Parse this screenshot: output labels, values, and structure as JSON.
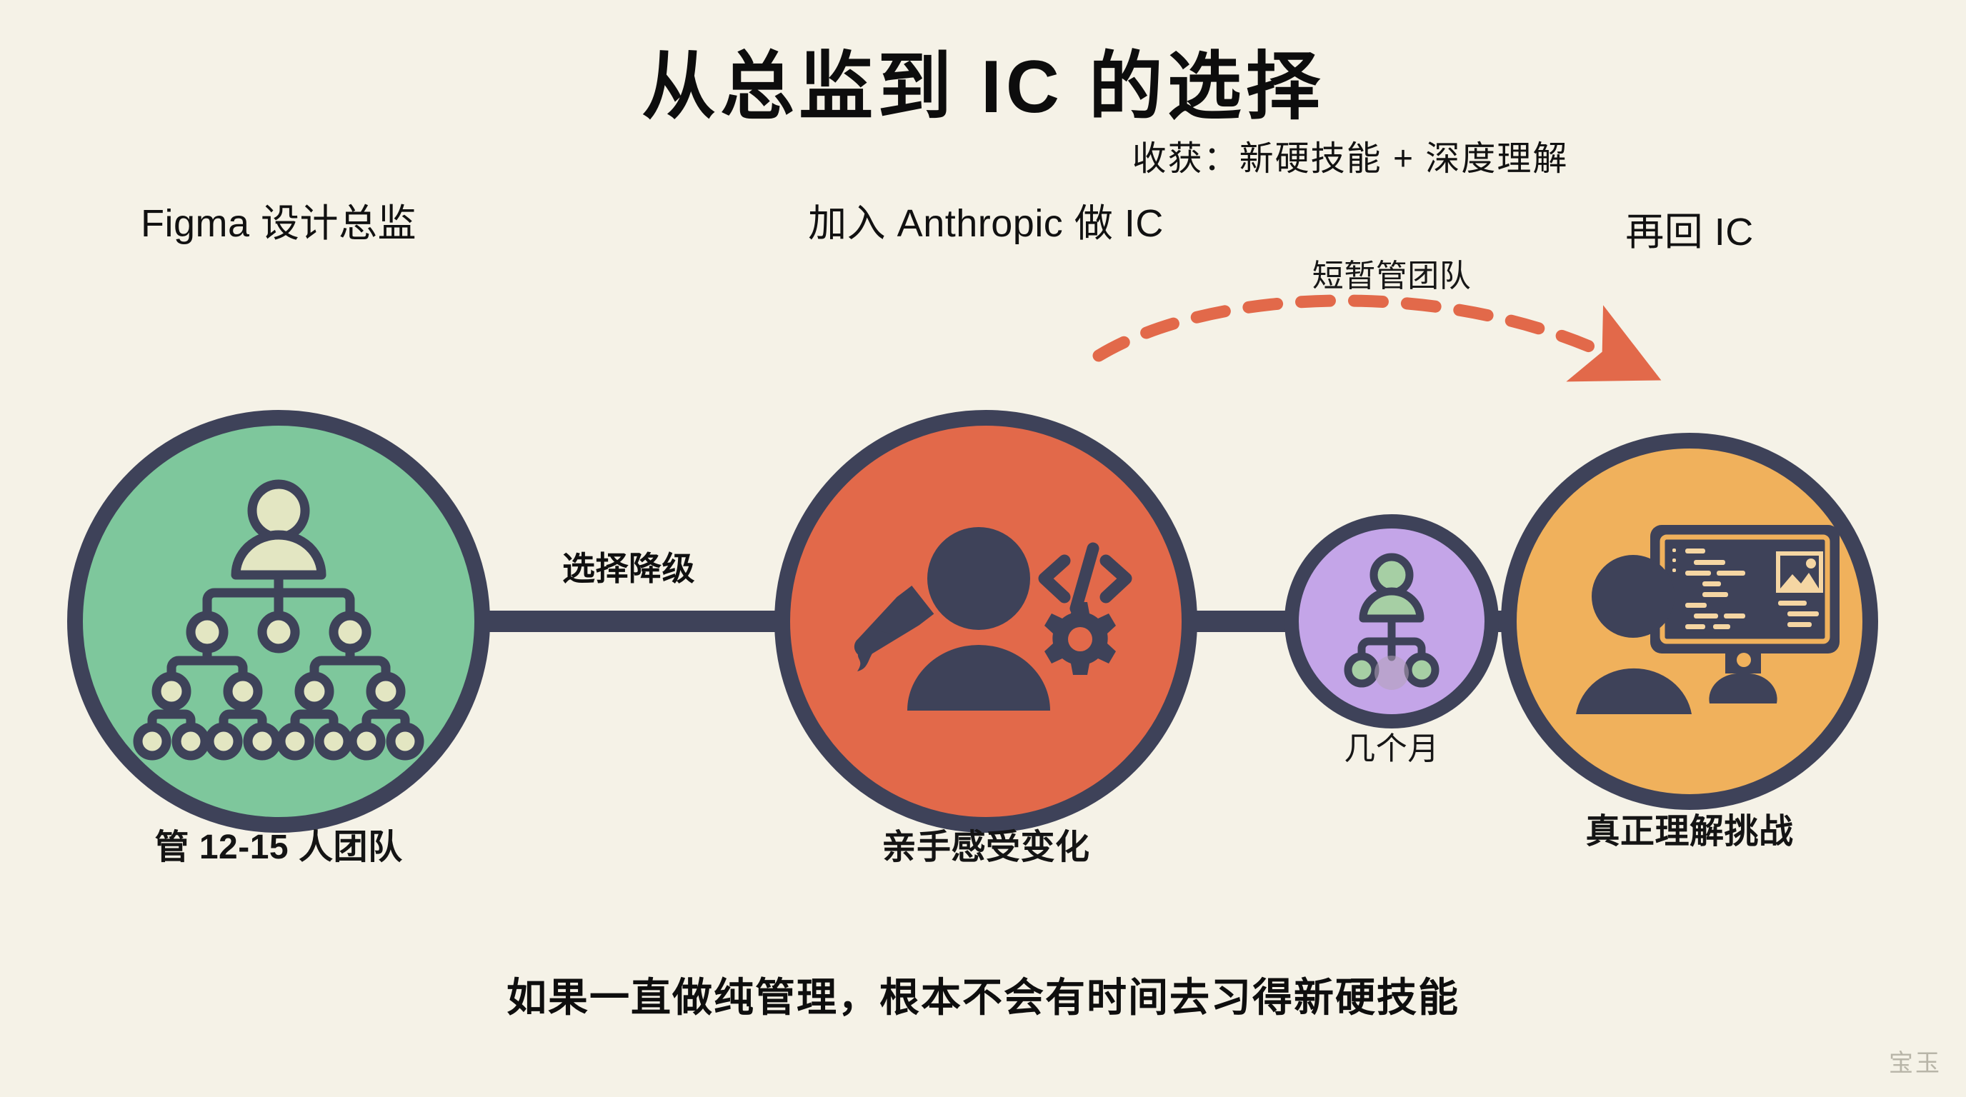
{
  "page": {
    "title": "从总监到 IC 的选择",
    "footnote": "如果一直做纯管理，根本不会有时间去习得新硬技能",
    "watermark": "宝玉",
    "background_color": "#f5f2e7",
    "outline_color": "#3e4259",
    "text_color": "#121212"
  },
  "annotations": {
    "gain_label": "收获：新硬技能 + 深度理解",
    "gain_arrow_color": "#e2694a",
    "edge_label_1": "选择降级"
  },
  "nodes": [
    {
      "id": "figma-director",
      "title": "Figma 设计总监",
      "caption": "管 12-15 人团队",
      "fill": "#7ec79c",
      "icon": "org-chart-hierarchy-icon",
      "size": "large"
    },
    {
      "id": "anthropic-ic",
      "title": "加入 Anthropic 做 IC",
      "caption": "亲手感受变化",
      "fill": "#e2694a",
      "icon": "designer-coder-person-icon",
      "size": "large"
    },
    {
      "id": "brief-manager",
      "title": "短暂管团队",
      "caption": "几个月",
      "fill": "#c4a5e8",
      "icon": "small-team-org-icon",
      "size": "small"
    },
    {
      "id": "back-to-ic",
      "title": "再回 IC",
      "caption": "真正理解挑战",
      "fill": "#f0b15c",
      "icon": "person-at-monitor-icon",
      "size": "large"
    }
  ]
}
